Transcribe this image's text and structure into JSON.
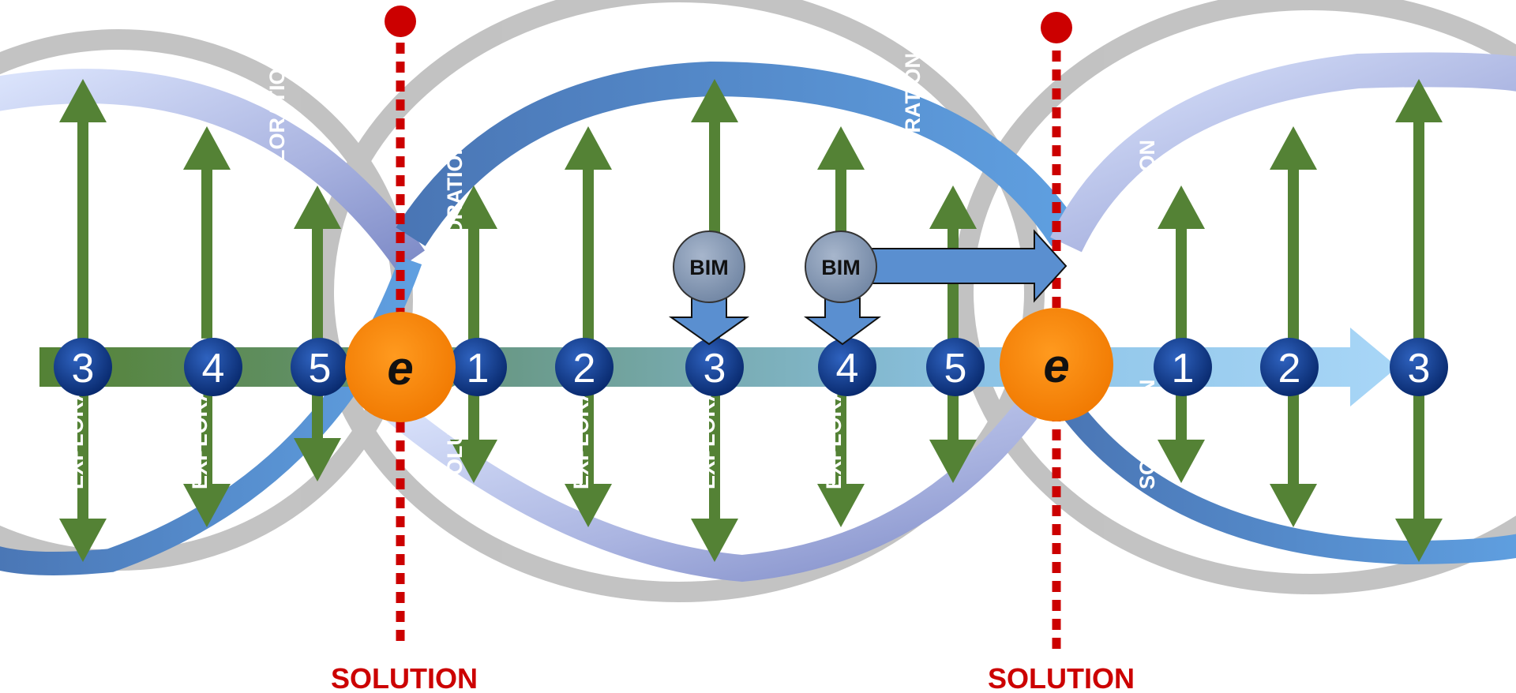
{
  "solution_label": "SOLUTION",
  "exploration_label": "EXPLORATION",
  "node_symbol": "e",
  "bim_label": "BIM",
  "step_numbers": [
    "3",
    "4",
    "5",
    "1",
    "2",
    "3",
    "4",
    "5",
    "1",
    "2",
    "3"
  ],
  "colors": {
    "solution_red": "#cc0000",
    "orange_node": "#ff8000",
    "step_circle": "#0b3a8a",
    "green_arrow": "#548235",
    "ribbon_blue": "#4f8fcf",
    "ribbon_lavender": "#aab3dd",
    "bim_gray": "#8496b0"
  }
}
